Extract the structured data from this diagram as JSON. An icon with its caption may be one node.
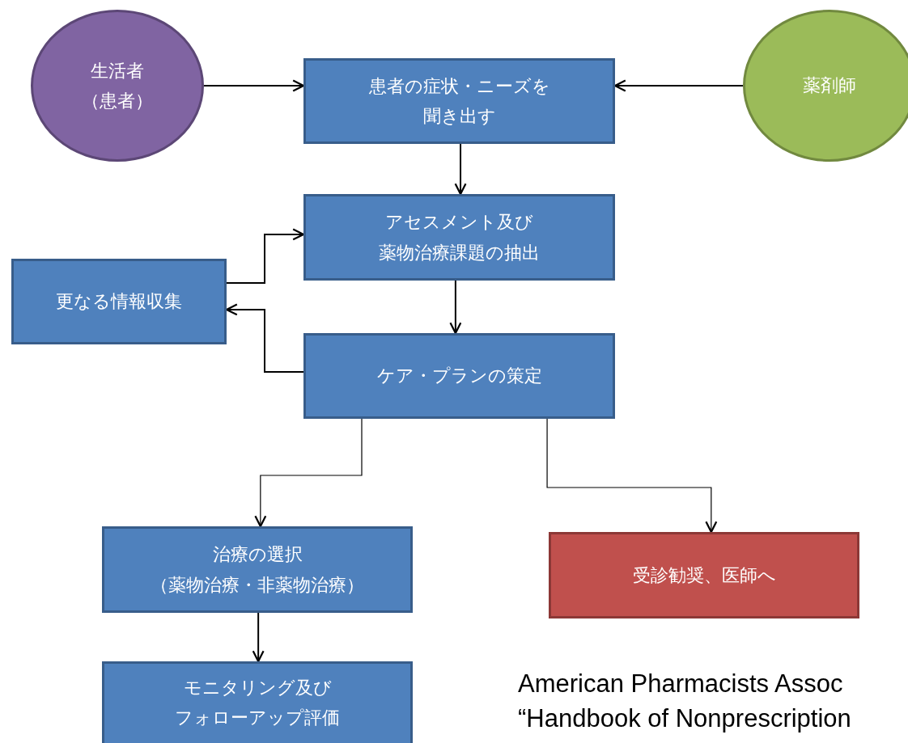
{
  "diagram": {
    "nodes": [
      {
        "text": [
          "生活者（患者）"
        ]
      },
      {
        "text": [
          "患者の症状・ニーズを聞き出す"
        ]
      },
      {
        "text": [
          "薬剤師"
        ]
      },
      {
        "text": [
          "アセスメント及び薬物治療課題の抽出"
        ]
      },
      {
        "text": [
          "更なる情報収集"
        ]
      },
      {
        "text": [
          "ケア・プランの策定"
        ]
      },
      {
        "text": [
          "治療の選択（薬物治療・非薬物治療）"
        ]
      },
      {
        "text": [
          "受診勧奨、医師へ"
        ]
      },
      {
        "text": [
          "モニタリング及びフォローアップ評価"
        ]
      }
    ],
    "edges": [
      {
        "from": 0,
        "to": 1,
        "arrow": "to"
      },
      {
        "from": 2,
        "to": 1,
        "arrow": "to"
      },
      {
        "from": 1,
        "to": 3,
        "arrow": "to"
      },
      {
        "from": 3,
        "to": 5,
        "arrow": "to"
      },
      {
        "from": 4,
        "to": 3,
        "arrow": "to"
      },
      {
        "from": 5,
        "to": 4,
        "arrow": "to"
      },
      {
        "from": 5,
        "to": 6,
        "arrow": "to"
      },
      {
        "from": 5,
        "to": 7,
        "arrow": "to"
      },
      {
        "from": 6,
        "to": 8,
        "arrow": "to"
      }
    ],
    "labels": [
      "American Pharmacists Assoc",
      "“Handbook of Nonprescription"
    ]
  }
}
